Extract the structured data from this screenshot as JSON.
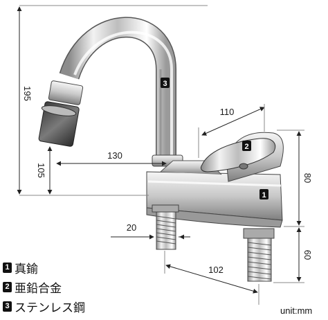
{
  "dimensions": {
    "height_total": "195",
    "spout_height": "105",
    "spout_reach": "130",
    "handle_length": "110",
    "body_height": "80",
    "shank_diameter": "20",
    "shank_spacing": "102",
    "shank_length": "60"
  },
  "callouts": {
    "body": "1",
    "handle": "2",
    "spout": "3"
  },
  "legend": [
    {
      "num": "1",
      "label": "真鍮"
    },
    {
      "num": "2",
      "label": "亜鉛合金"
    },
    {
      "num": "3",
      "label": "ステンレス鋼"
    }
  ],
  "unit": "unit:mm"
}
